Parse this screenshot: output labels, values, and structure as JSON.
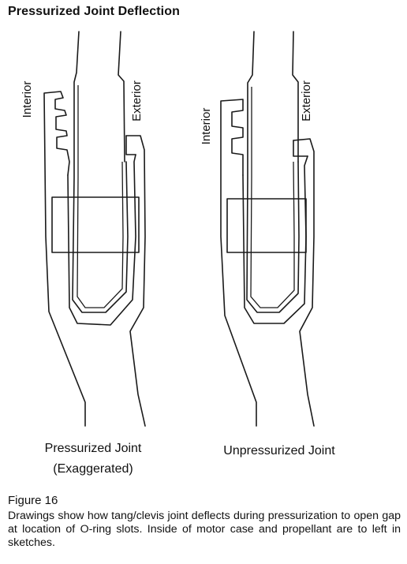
{
  "title": "Pressurized Joint Deflection",
  "left_drawing": {
    "interior_label": "Interior",
    "exterior_label": "Exterior",
    "caption_line1": "Pressurized Joint",
    "caption_line2": "(Exaggerated)"
  },
  "right_drawing": {
    "interior_label": "Interior",
    "exterior_label": "Exterior",
    "caption_line1": "Unpressurized Joint"
  },
  "figure": {
    "label": "Figure 16",
    "text": "Drawings show how tang/clevis joint deflects during pressurization to open gap at location of O-ring slots. Inside of motor case and propellant are to left in sketches."
  }
}
